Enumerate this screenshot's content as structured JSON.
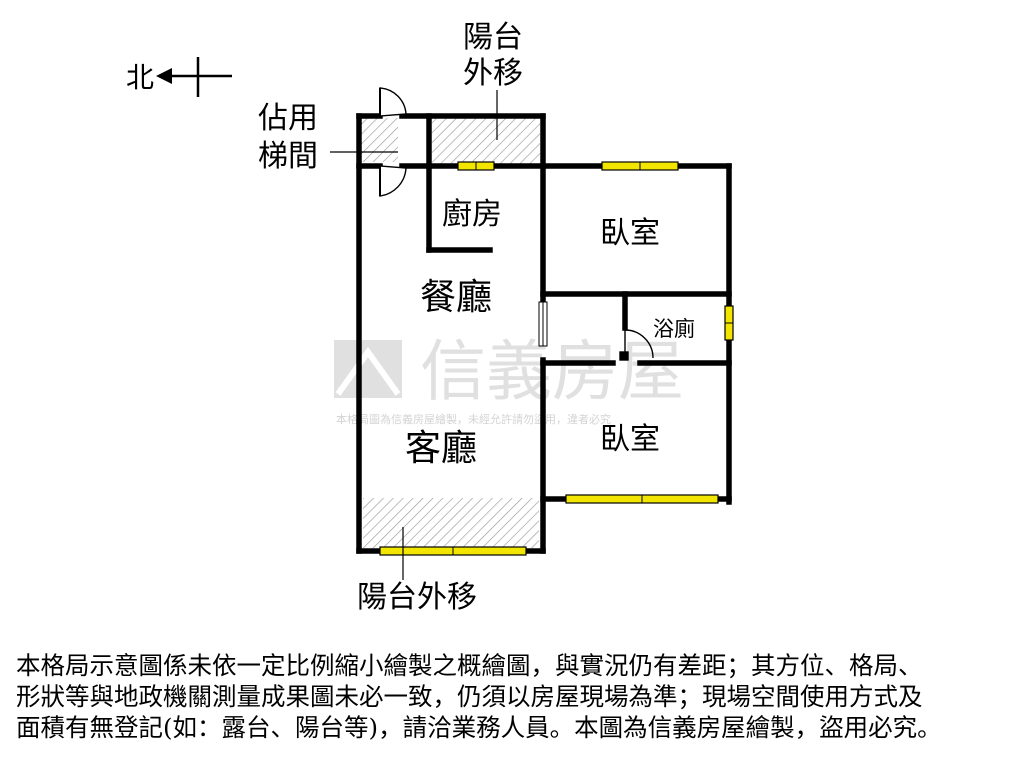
{
  "compass": {
    "north_label": "北"
  },
  "labels": {
    "balcony_top": [
      "陽台",
      "外移"
    ],
    "occupied_stair": [
      "佔用",
      "梯間"
    ],
    "kitchen": "廚房",
    "dining": "餐廳",
    "living": "客廳",
    "bedroom_top": "臥室",
    "bedroom_bottom": "臥室",
    "bathroom": "浴廁",
    "balcony_bottom": "陽台外移"
  },
  "watermark": {
    "brand": "信義房屋",
    "notice": "本格局圖為信義房屋繪製，未經允許請勿盜用，違者必究"
  },
  "colors": {
    "wall": "#000000",
    "window": "#f2e600",
    "hatch": "#9a9a9a",
    "watermark": "#c8c8c8"
  },
  "disclaimer": [
    "本格局示意圖係未依一定比例縮小繪製之概繪圖，與實況仍有差距；其方位、格局、",
    "形狀等與地政機關測量成果圖未必一致，仍須以房屋現場為準；現場空間使用方式及",
    "面積有無登記(如：露台、陽台等)，請洽業務人員。本圖為信義房屋繪製，盜用必究。"
  ]
}
